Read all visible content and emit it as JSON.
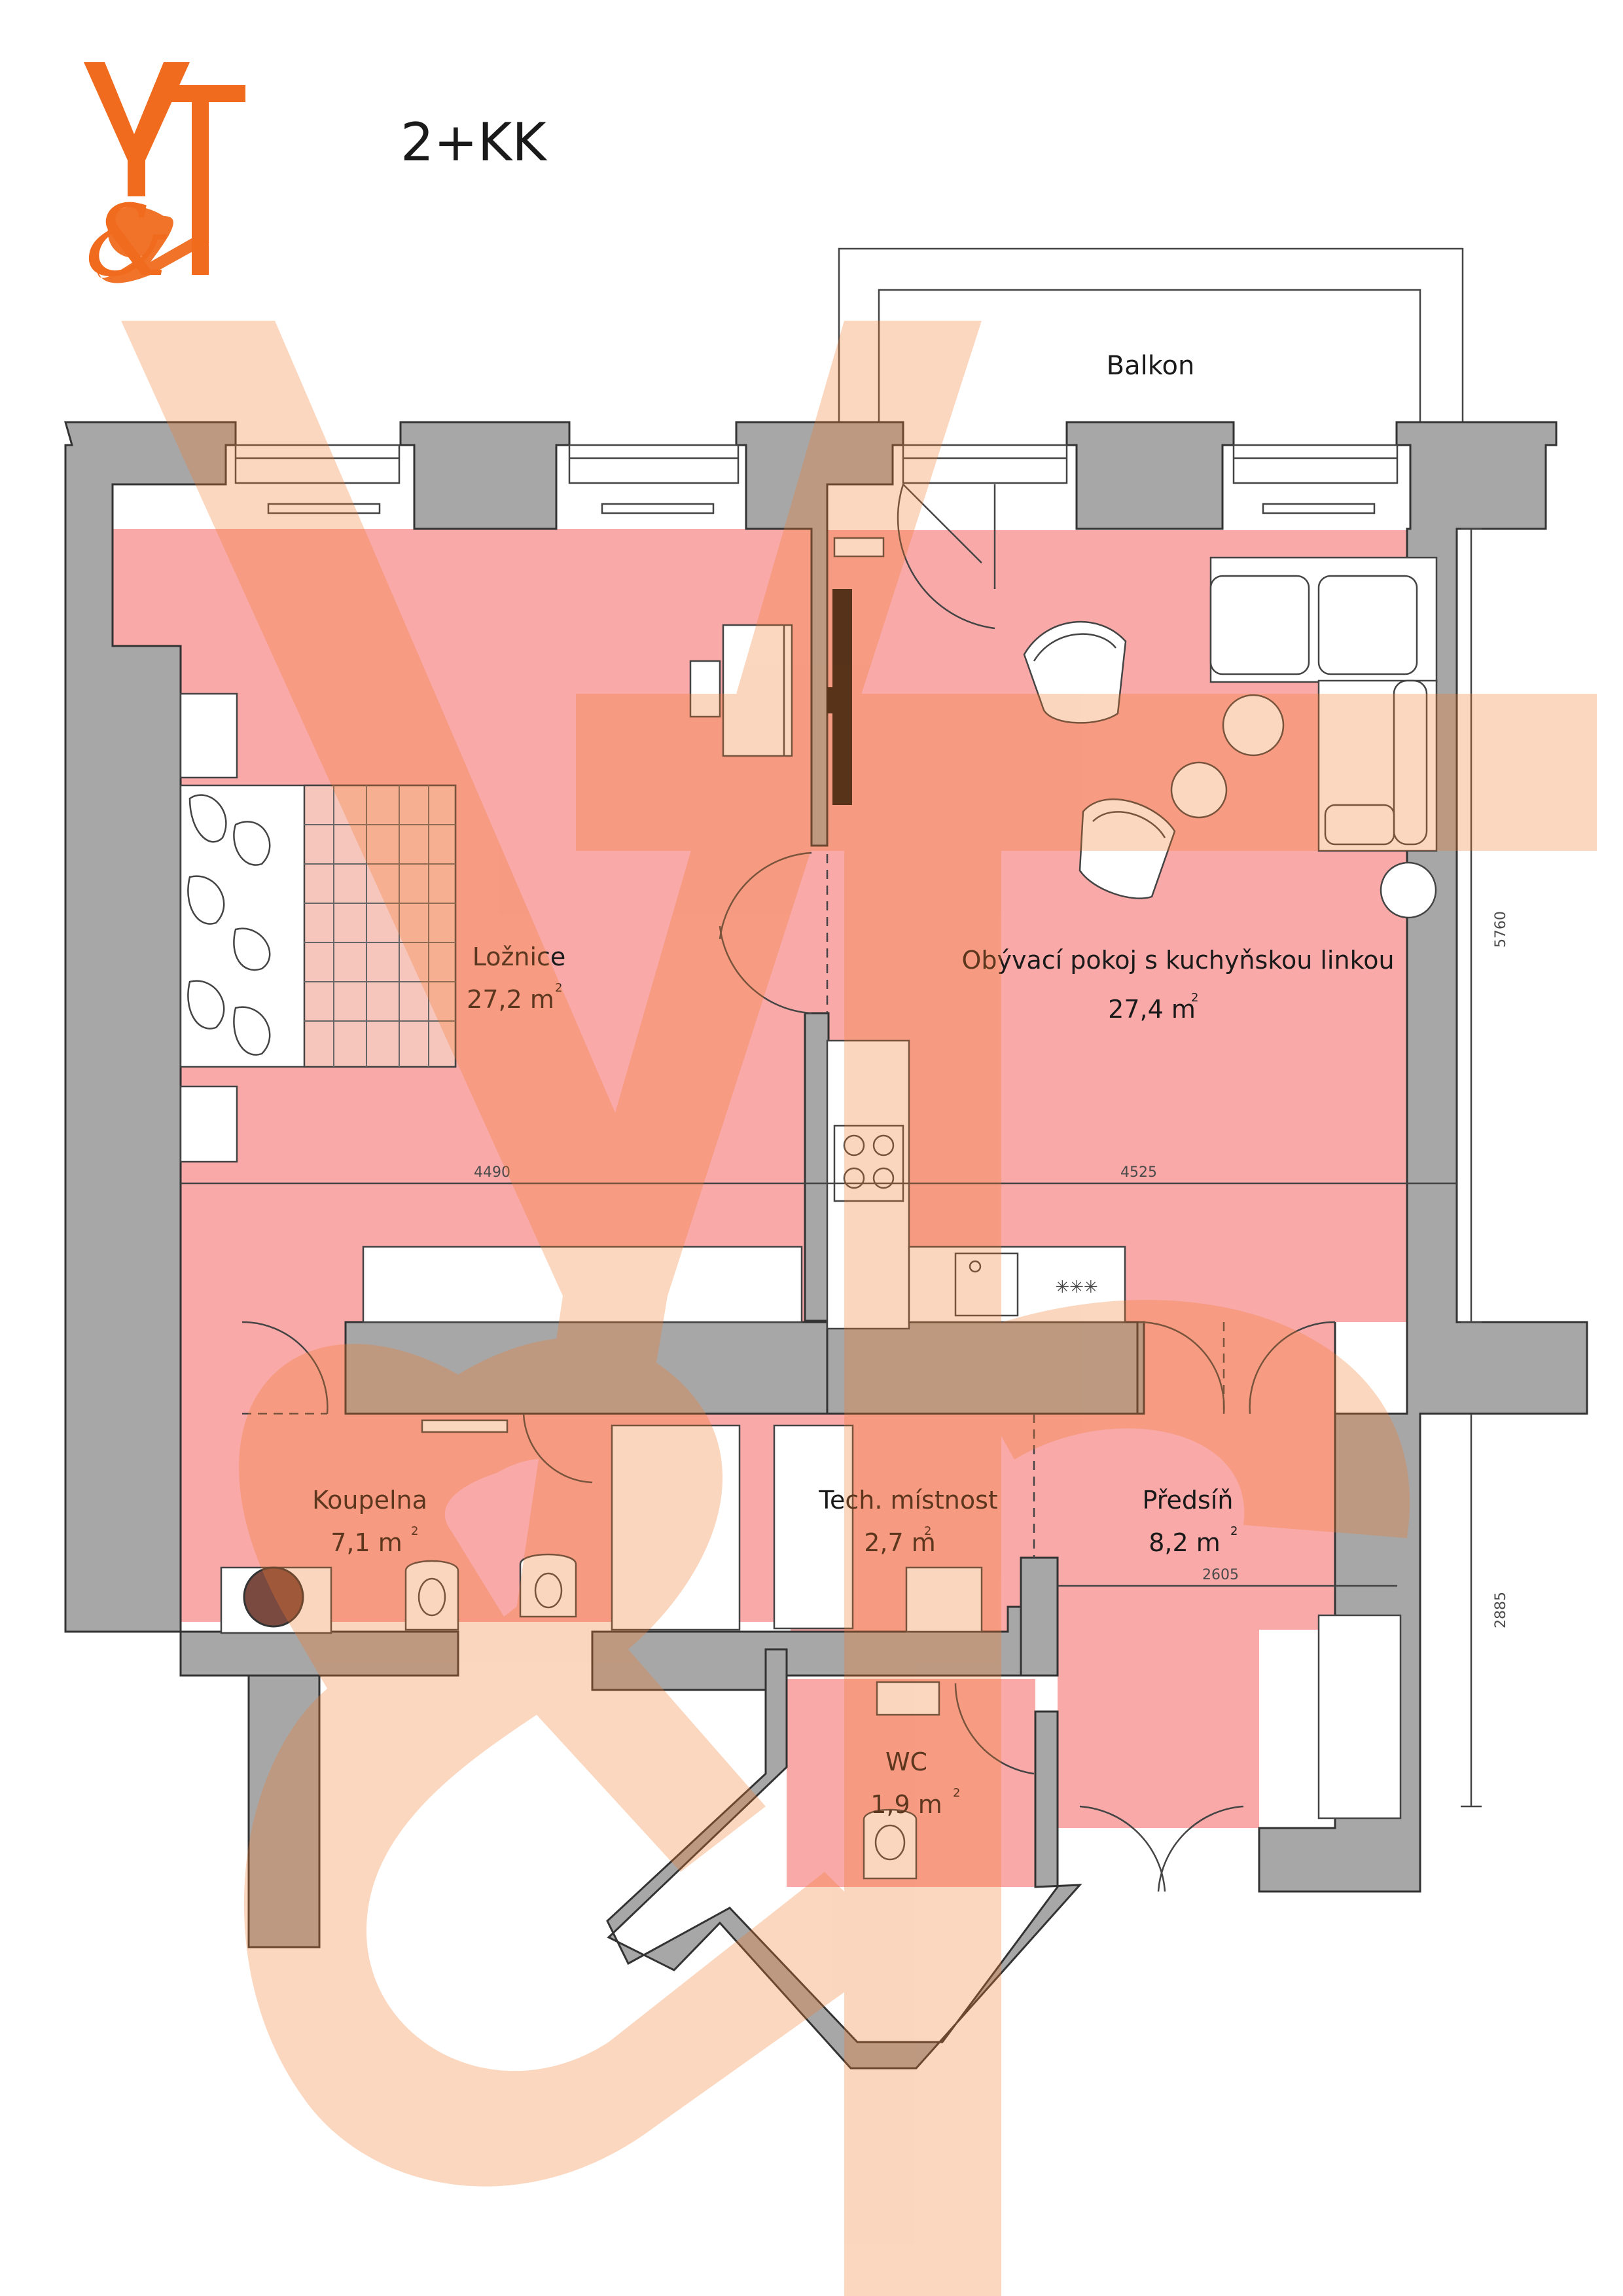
{
  "header": {
    "logo_text": "Y&T",
    "layout_type": "2+KK"
  },
  "balcony": {
    "label": "Balkon"
  },
  "rooms": [
    {
      "id": "loznice",
      "name": "Ložnice",
      "area": "27,2 m",
      "unit_sup": "2"
    },
    {
      "id": "obyvaci",
      "name": "Obývací pokoj s kuchyňskou linkou",
      "area": "27,4 m",
      "unit_sup": "2"
    },
    {
      "id": "koupelna",
      "name": "Koupelna",
      "area": "7,1 m",
      "unit_sup": "2"
    },
    {
      "id": "tech",
      "name": "Tech. místnost",
      "area": "2,7 m",
      "unit_sup": "2"
    },
    {
      "id": "predsin",
      "name": "Předsíň",
      "area": "8,2 m",
      "unit_sup": "2"
    },
    {
      "id": "wc",
      "name": "WC",
      "area": "1,9 m",
      "unit_sup": "2"
    }
  ],
  "dimensions": {
    "loznice_width": "4490",
    "obyvaci_width": "4525",
    "predsin_width": "2605",
    "right_upper": "5760",
    "right_lower": "2885"
  },
  "colors": {
    "room_fill": "#f8a9a8",
    "wall_fill": "#a7a7a7",
    "watermark": "#f47a2a",
    "logo": "#f06b1e"
  }
}
